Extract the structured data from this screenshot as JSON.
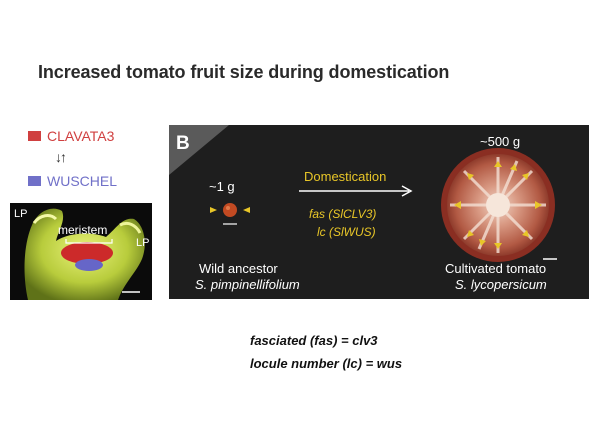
{
  "title": {
    "part1": "Increased tomato fruit size",
    "part2": "during domestication"
  },
  "legend": {
    "clavata3": {
      "label": "CLAVATA3",
      "color": "#d04040"
    },
    "wuschel": {
      "label": "WUSCHEL",
      "color": "#7070c8"
    },
    "arrows": "↓↑"
  },
  "micrograph": {
    "lp_left": "LP",
    "lp_right": "LP",
    "meristem": "meristem"
  },
  "panel_b": {
    "letter": "B",
    "wild_weight": "~1 g",
    "cultivated_weight": "~500 g",
    "arrow_label": "Domestication",
    "gene1": "fas (SlCLV3)",
    "gene2": "lc (SlWUS)",
    "wild_name": "Wild ancestor",
    "wild_species": "S. pimpinellifolium",
    "cultivated_name": "Cultivated tomato",
    "cultivated_species": "S. lycopersicum",
    "accent_color": "#e8c628"
  },
  "equations": {
    "line1": "fasciated (fas) = clv3",
    "line2": "locule number (lc) = wus"
  }
}
